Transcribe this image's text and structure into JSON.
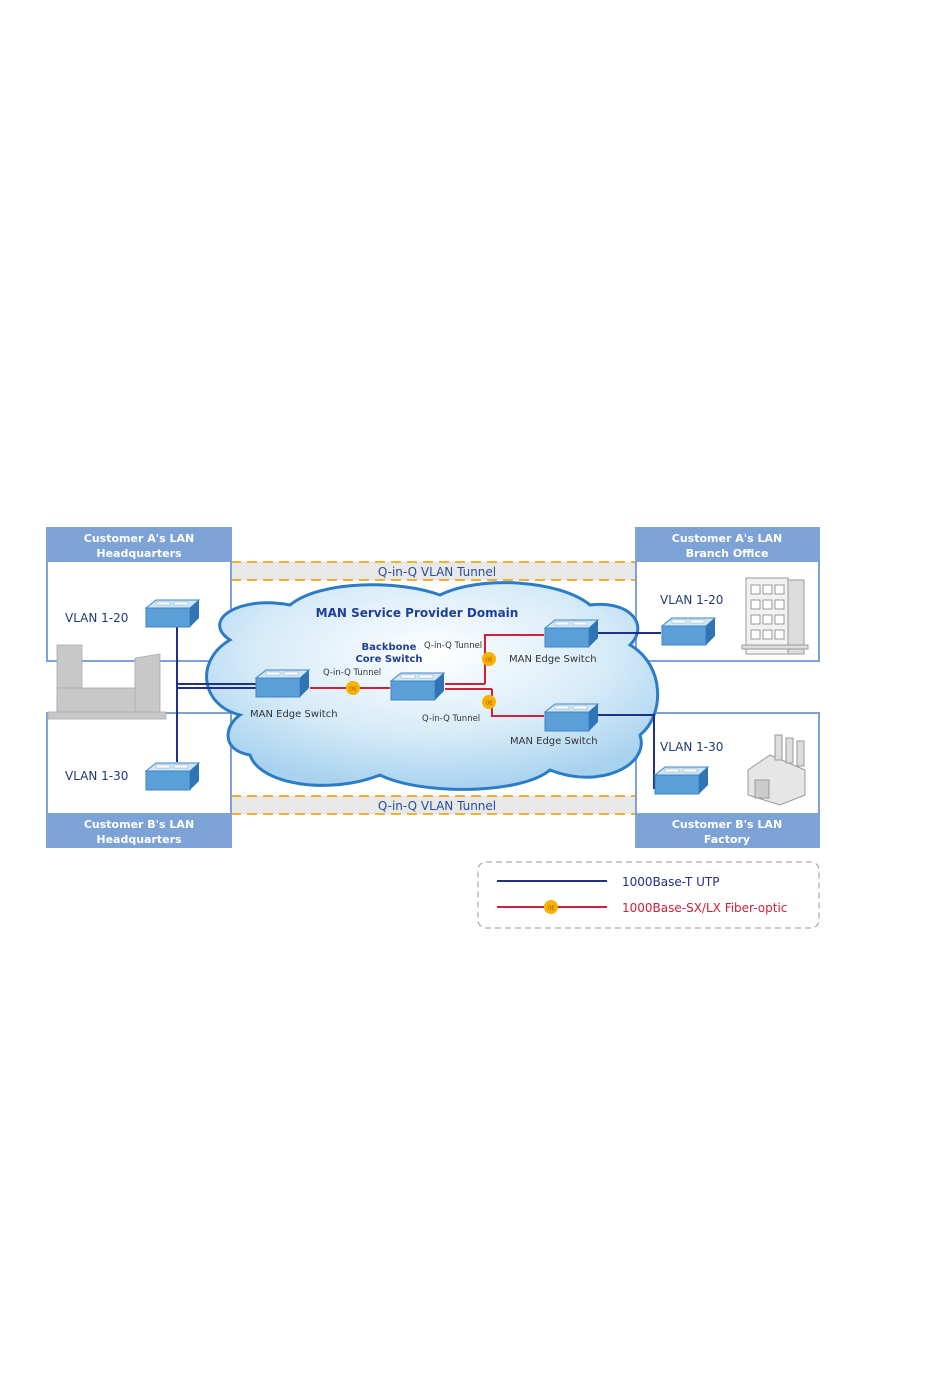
{
  "diagram": {
    "title": "MAN Service Provider Domain",
    "tunnel_label_top": "Q-in-Q VLAN Tunnel",
    "tunnel_label_bottom": "Q-in-Q VLAN Tunnel",
    "sites": {
      "a_hq": {
        "line1": "Customer A's LAN",
        "line2": "Headquarters",
        "vlan": "VLAN 1-20"
      },
      "b_hq": {
        "line1": "Customer B's LAN",
        "line2": "Headquarters",
        "vlan": "VLAN 1-30"
      },
      "a_branch": {
        "line1": "Customer A's LAN",
        "line2": "Branch Office",
        "vlan": "VLAN 1-20"
      },
      "b_factory": {
        "line1": "Customer B's LAN",
        "line2": "Factory",
        "vlan": "VLAN 1-30"
      }
    },
    "nodes": {
      "core_line1": "Backbone",
      "core_line2": "Core Switch",
      "edge_left": "MAN Edge Switch",
      "edge_top_right": "MAN Edge Switch",
      "edge_bottom_right": "MAN Edge Switch"
    },
    "link_labels": {
      "left_core": "Q-in-Q Tunnel",
      "core_top": "Q-in-Q Tunnel",
      "core_bottom": "Q-in-Q Tunnel"
    },
    "legend": {
      "utp": "1000Base-T UTP",
      "fiber": "1000Base-SX/LX Fiber-optic"
    },
    "colors": {
      "box_header": "#7da3d6",
      "utp": "#1f2f8a",
      "fiber": "#d0203a",
      "tunnel_dash": "#f0b030",
      "switch": "#5a9fd8"
    }
  }
}
